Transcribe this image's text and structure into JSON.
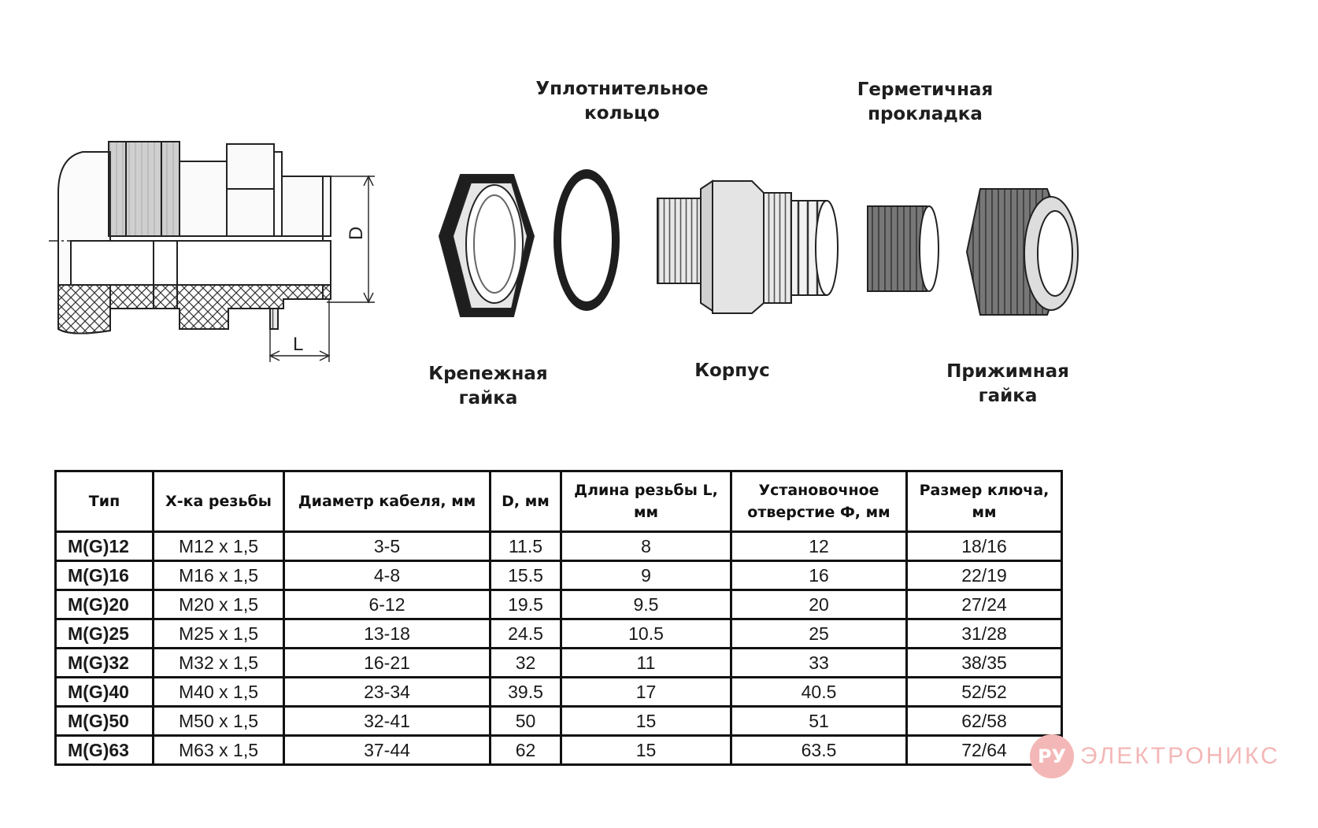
{
  "labels": {
    "seal_ring": [
      "Уплотнительное",
      "кольцо"
    ],
    "gasket": [
      "Герметичная",
      "прокладка"
    ],
    "lock_nut": [
      "Крепежная",
      "гайка"
    ],
    "body": [
      "Корпус"
    ],
    "cap_nut": [
      "Прижимная",
      "гайка"
    ]
  },
  "dimensions": {
    "d": "D",
    "l": "L"
  },
  "table": {
    "headers": [
      [
        "Тип"
      ],
      [
        "Х-ка резьбы"
      ],
      [
        "Диаметр кабеля, мм"
      ],
      [
        "D, мм"
      ],
      [
        "Длина резьбы L,",
        "мм"
      ],
      [
        "Установочное",
        "отверстие Ф, мм"
      ],
      [
        "Размер ключа,",
        "мм"
      ]
    ],
    "rows": [
      [
        "M(G)12",
        "M12 x 1,5",
        "3-5",
        "11.5",
        "8",
        "12",
        "18/16"
      ],
      [
        "M(G)16",
        "M16 x 1,5",
        "4-8",
        "15.5",
        "9",
        "16",
        "22/19"
      ],
      [
        "M(G)20",
        "M20 x 1,5",
        "6-12",
        "19.5",
        "9.5",
        "20",
        "27/24"
      ],
      [
        "M(G)25",
        "M25 x 1,5",
        "13-18",
        "24.5",
        "10.5",
        "25",
        "31/28"
      ],
      [
        "M(G)32",
        "M32 x 1,5",
        "16-21",
        "32",
        "11",
        "33",
        "38/35"
      ],
      [
        "M(G)40",
        "M40 x 1,5",
        "23-34",
        "39.5",
        "17",
        "40.5",
        "52/52"
      ],
      [
        "M(G)50",
        "M50 x 1,5",
        "32-41",
        "50",
        "15",
        "51",
        "62/58"
      ],
      [
        "M(G)63",
        "M63 x 1,5",
        "37-44",
        "62",
        "15",
        "63.5",
        "72/64"
      ]
    ]
  },
  "watermark": {
    "badge": "РУ",
    "text": "ЭЛЕКТРОНИКС",
    "color": "#f4b7b7"
  }
}
